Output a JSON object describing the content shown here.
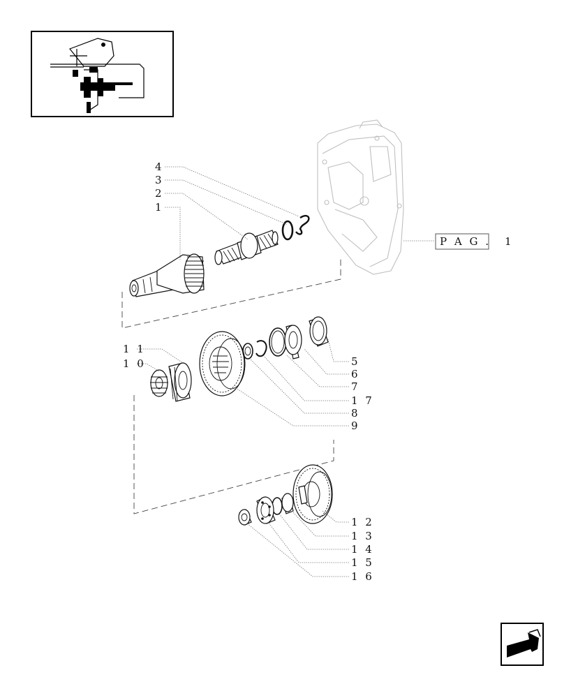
{
  "callouts": [
    {
      "id": "4",
      "label": "4"
    },
    {
      "id": "3",
      "label": "3"
    },
    {
      "id": "2",
      "label": "2"
    },
    {
      "id": "1",
      "label": "1"
    },
    {
      "id": "11",
      "label": "1 1"
    },
    {
      "id": "10",
      "label": "1 0"
    },
    {
      "id": "5",
      "label": "5"
    },
    {
      "id": "6",
      "label": "6"
    },
    {
      "id": "7",
      "label": "7"
    },
    {
      "id": "17",
      "label": "1 7"
    },
    {
      "id": "8",
      "label": "8"
    },
    {
      "id": "9",
      "label": "9"
    },
    {
      "id": "12",
      "label": "1 2"
    },
    {
      "id": "13",
      "label": "1 3"
    },
    {
      "id": "14",
      "label": "1 4"
    },
    {
      "id": "15",
      "label": "1 5"
    },
    {
      "id": "16",
      "label": "1 6"
    }
  ],
  "page_ref": {
    "prefix": "P A G .",
    "page": "1"
  },
  "icons": {
    "thumbnail": "assembly-thumbnail-icon",
    "nav": "back-arrow-icon"
  }
}
